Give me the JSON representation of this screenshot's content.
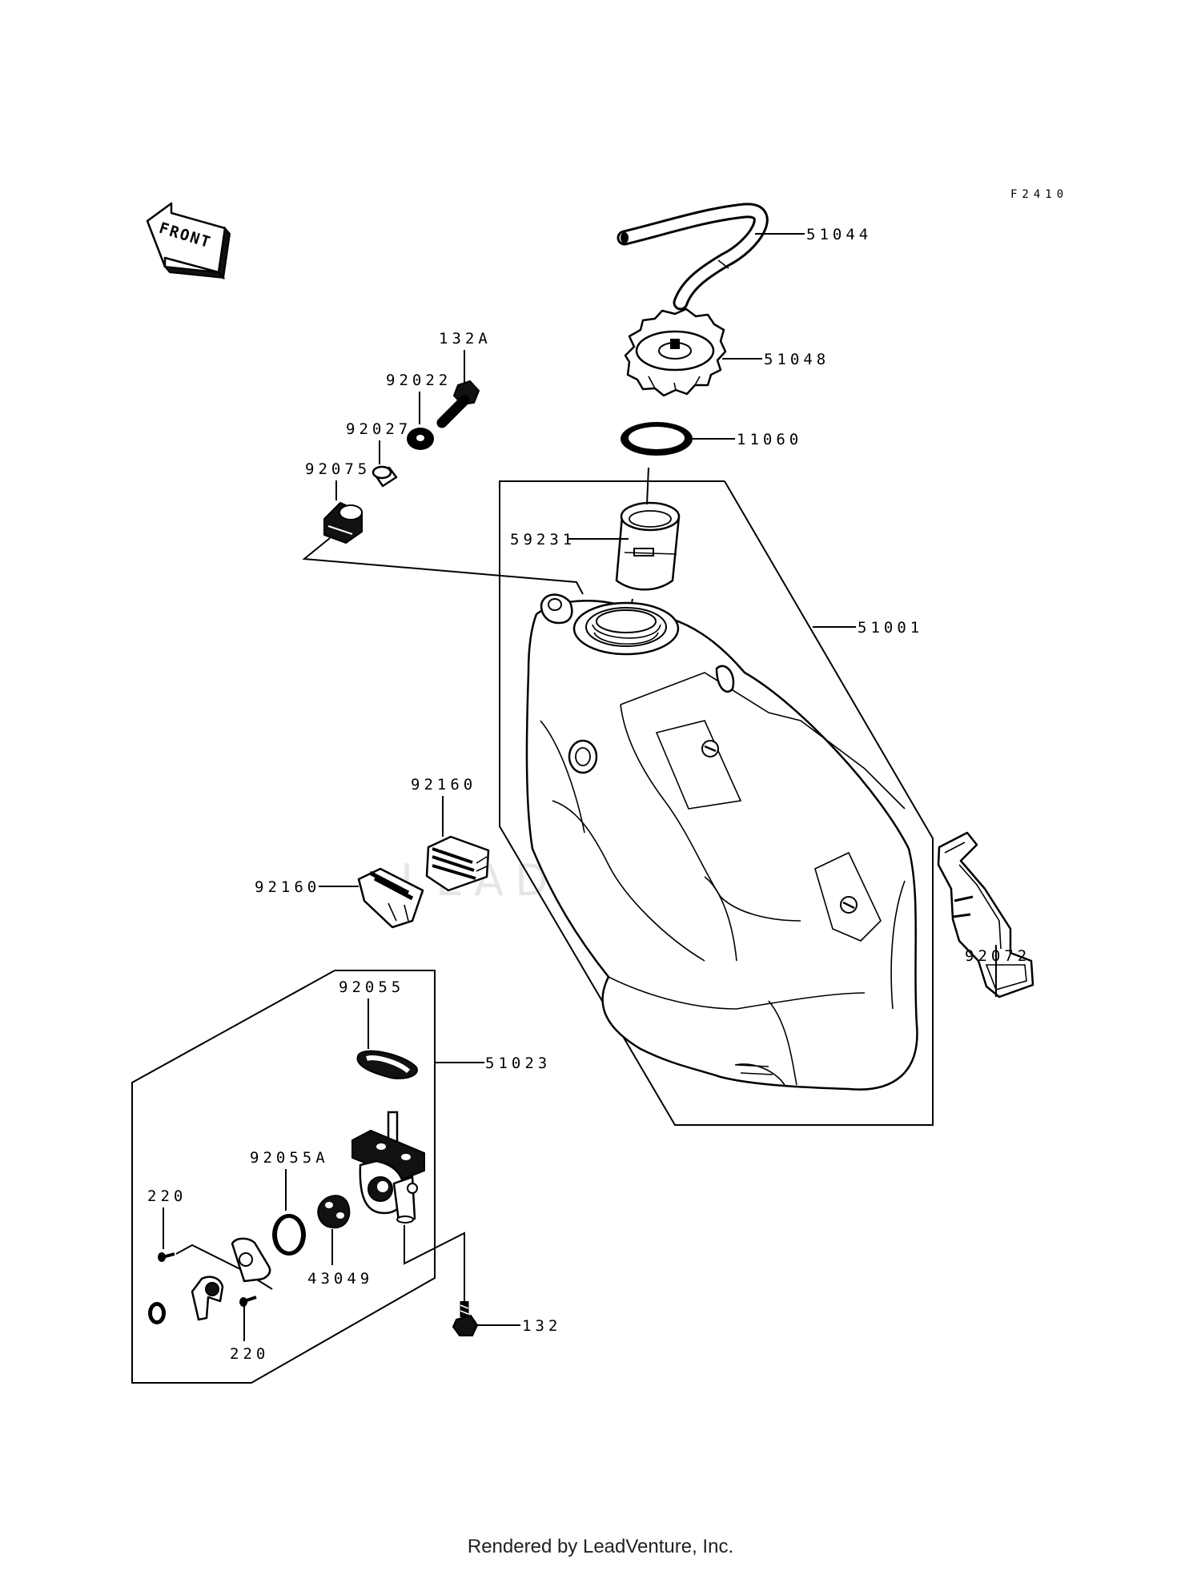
{
  "diagram_code": "F2410",
  "front_indicator": "FRONT",
  "watermark": "LEADVENTURE",
  "footer": "Rendered by LeadVenture, Inc.",
  "callouts": {
    "p51044": "51044",
    "p51048": "51048",
    "p11060": "11060",
    "p132A": "132A",
    "p92022": "92022",
    "p92027": "92027",
    "p92075": "92075",
    "p59231": "59231",
    "p51001": "51001",
    "p92160a": "92160",
    "p92160b": "92160",
    "p92072": "92072",
    "p92055": "92055",
    "p51023": "51023",
    "p92055A": "92055A",
    "p220a": "220",
    "p220b": "220",
    "p43049": "43049",
    "p132": "132"
  }
}
